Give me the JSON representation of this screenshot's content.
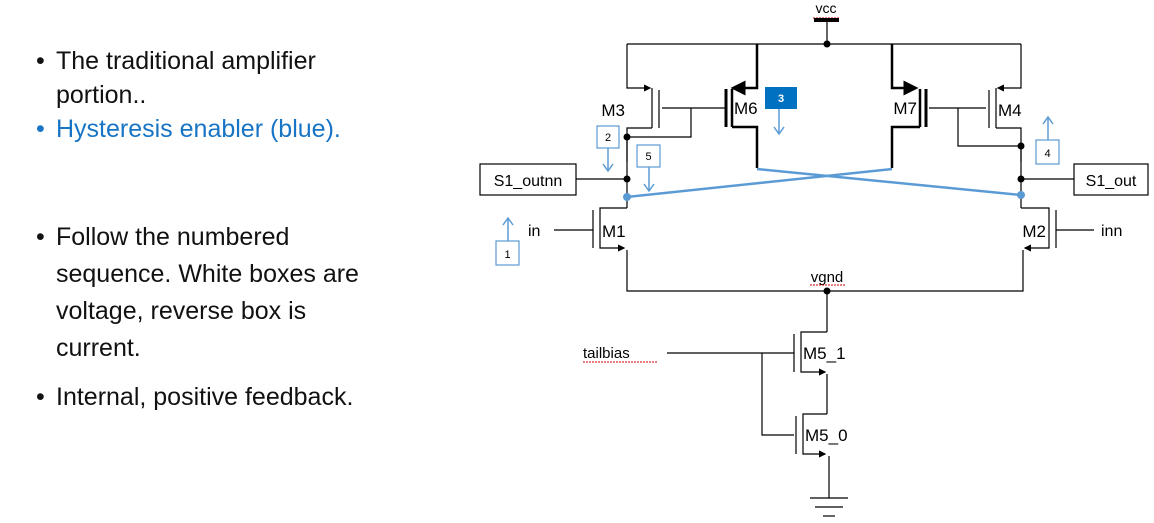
{
  "bullets": [
    {
      "lines": [
        "The traditional amplifier",
        "portion.."
      ],
      "color": "#111111"
    },
    {
      "lines": [
        "Hysteresis enabler (blue)."
      ],
      "color": "#1874c4"
    },
    {
      "lines": [
        "Follow the numbered",
        "sequence. White boxes are",
        "voltage, reverse box is",
        "current."
      ],
      "color": "#111111"
    },
    {
      "lines": [
        "Internal, positive feedback."
      ],
      "color": "#111111"
    }
  ],
  "schematic": {
    "nets": {
      "supply": "vcc",
      "virtual_ground": "vgnd",
      "bias": "tailbias",
      "input_pos": "in",
      "input_neg": "inn"
    },
    "ports": {
      "left_output": "S1_outnn",
      "right_output": "S1_out"
    },
    "transistors": [
      "M3",
      "M6",
      "M7",
      "M4",
      "M1",
      "M2",
      "M5_1",
      "M5_0"
    ],
    "markers": [
      {
        "label": "1",
        "type": "voltage",
        "direction": "up"
      },
      {
        "label": "2",
        "type": "voltage",
        "direction": "down"
      },
      {
        "label": "3",
        "type": "current",
        "direction": "down"
      },
      {
        "label": "4",
        "type": "voltage",
        "direction": "up"
      },
      {
        "label": "5",
        "type": "voltage",
        "direction": "down"
      }
    ],
    "colors": {
      "wire": "#000000",
      "feedback": "#5b9bd5",
      "current_box": "#0070c0",
      "marker": "#5b9bd5"
    }
  }
}
